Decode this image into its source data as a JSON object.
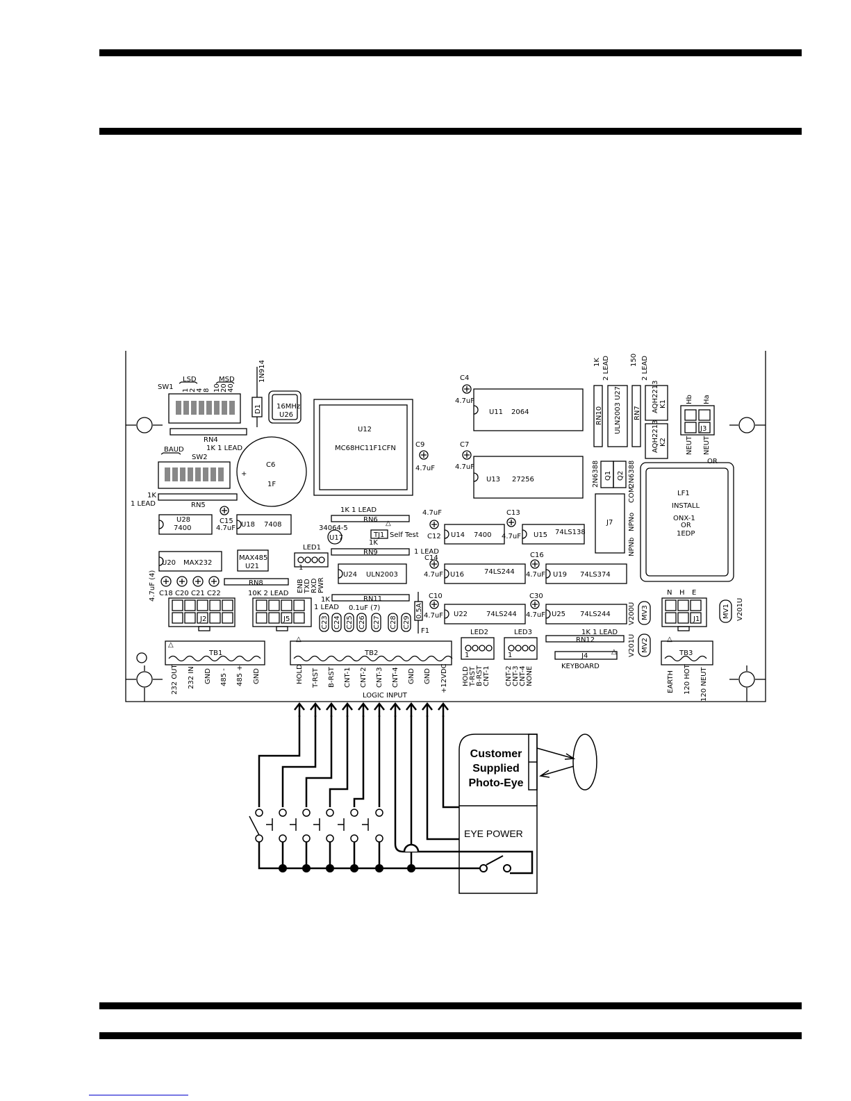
{
  "pcb": {
    "sw1": "SW1",
    "lsd": "LSD",
    "msd": "MSD",
    "sw1_values": [
      "1",
      "2",
      "4",
      "8",
      "10",
      "20",
      "40"
    ],
    "d1": "D1",
    "diode": "1N914",
    "crystal": {
      "label": "16MHz",
      "ref": "U26"
    },
    "u12": {
      "ref": "U12",
      "part": "MC68HC11F1CFN"
    },
    "c9": {
      "ref": "C9",
      "val": "4.7uF"
    },
    "c4": {
      "ref": "C4",
      "val": "4.7uF"
    },
    "c7": {
      "ref": "C7",
      "val": "4.7uF"
    },
    "u11": {
      "ref": "U11",
      "part": "2064"
    },
    "u13": {
      "ref": "U13",
      "part": "27256"
    },
    "rn10": "RN10",
    "rn10_note": [
      "1K",
      "2 LEAD"
    ],
    "u27": {
      "ref": "U27",
      "part": "ULN2003"
    },
    "rn7": "RN7",
    "rn7_note": [
      "150",
      "2 LEAD"
    ],
    "k1": {
      "ref": "K1",
      "part": "AQH2213"
    },
    "k2": {
      "ref": "K2",
      "part": "AQH2213"
    },
    "j3": {
      "ref": "J3",
      "hb": "Hb",
      "ha": "Ha",
      "neut1": "NEUT",
      "neut2": "NEUT",
      "or": "OR"
    },
    "rn4": "RN4",
    "rn4_note": "1K 1 LEAD",
    "baud": "BAUD",
    "sw2": "SW2",
    "c6": {
      "ref": "C6",
      "val": "1F",
      "plus": "+"
    },
    "rn5": "RN5",
    "rn5_note": [
      "1K",
      "1 LEAD"
    ],
    "q1": {
      "ref": "Q1",
      "part": "2N6388"
    },
    "q2": {
      "ref": "Q2",
      "part": "2N6388"
    },
    "lf1": [
      "LF1",
      "INSTALL",
      "ONX-1",
      "OR",
      "1EDP"
    ],
    "u28": {
      "ref": "U28",
      "part": "7400"
    },
    "c15": {
      "ref": "C15",
      "val": "4.7uF"
    },
    "u18": {
      "ref": "U18",
      "part": "7408"
    },
    "rn6": "RN6",
    "rn6_note": "1K  1 LEAD",
    "u17": {
      "ref": "U17",
      "part": "34064-5"
    },
    "tj1": "TJ1",
    "self_test": "Self Test",
    "tj1_1k": "1K",
    "c12": {
      "ref": "C12",
      "val": "4.7uF"
    },
    "u14": {
      "ref": "U14",
      "part": "7400"
    },
    "c13": {
      "ref": "C13",
      "val": "4.7uF"
    },
    "u15": {
      "ref": "U15",
      "part": "74LS138"
    },
    "j7": {
      "ref": "J7",
      "com": "COM",
      "npno": "NPNo",
      "npnb": "NPNb"
    },
    "u20": {
      "ref": "U20",
      "part": "MAX232"
    },
    "u21": {
      "ref": "U21",
      "part": "MAX485"
    },
    "led1": {
      "ref": "LED1",
      "pin": "1",
      "labels": [
        "ENB",
        "TXD",
        "RXD",
        "PWR"
      ]
    },
    "rn9": "RN9",
    "rn9_note": "1 LEAD",
    "u24": {
      "ref": "U24",
      "part": "ULN2003"
    },
    "c14": {
      "ref": "C14",
      "val": "4.7uF"
    },
    "u16": {
      "ref": "U16",
      "part": "74LS244"
    },
    "c16": {
      "ref": "C16",
      "val": "4.7uF"
    },
    "u19": {
      "ref": "U19",
      "part": "74LS374"
    },
    "rn8": "RN8",
    "cap_group": {
      "val": "4.7uF (4)",
      "refs": [
        "C18",
        "C20",
        "C21",
        "C22"
      ]
    },
    "j2": "J2",
    "j5": "J5",
    "j5_note": "10K  2 LEAD",
    "rn11": "RN11",
    "rn11_note": [
      "1K",
      "1 LEAD"
    ],
    "small_caps": {
      "val": "0.1uF (7)",
      "refs": [
        "C23",
        "C24",
        "C25",
        "C26",
        "C27",
        "C28",
        "C29"
      ]
    },
    "fuse": {
      "ref": "F1",
      "val": "0.5A"
    },
    "c10": {
      "ref": "C10",
      "val": "4.7uF"
    },
    "u22": {
      "ref": "U22",
      "part": "74LS244"
    },
    "c30": {
      "ref": "C30",
      "val": "4.7uF"
    },
    "u25": {
      "ref": "U25",
      "part": "74LS244"
    },
    "mv3": "MV3",
    "v200": "V200U",
    "j1": {
      "ref": "J1",
      "n": "N",
      "h": "H",
      "e": "E"
    },
    "mv1": "MV1",
    "v201_top": "V201U",
    "mv2": "MV2",
    "v201": "V201U",
    "rn12": "RN12",
    "rn12_note": "1K  1 LEAD",
    "j4": "J4",
    "keyboard": "KEYBOARD",
    "led2": {
      "ref": "LED2",
      "pin": "1",
      "labels": [
        "HOLD",
        "T-RST",
        "B-RST",
        "CNT-1"
      ]
    },
    "led3": {
      "ref": "LED3",
      "pin": "1",
      "labels": [
        "CNT-2",
        "CNT-3",
        "CNT-4",
        "NONE"
      ]
    },
    "tb1": {
      "ref": "TB1",
      "labels": [
        "232 OUT",
        "232 IN",
        "GND",
        "485 -",
        "485 +",
        "GND"
      ]
    },
    "tb2": {
      "ref": "TB2",
      "labels": [
        "HOLD",
        "T-RST",
        "B-RST",
        "CNT-1",
        "CNT-2",
        "CNT-3",
        "CNT-4",
        "GND",
        "GND",
        "+12VDC"
      ],
      "caption": "LOGIC INPUT"
    },
    "tb3": {
      "ref": "TB3",
      "labels": [
        "EARTH",
        "120 HOT",
        "120 NEUT"
      ]
    }
  },
  "photo_eye": {
    "title": [
      "Customer",
      "Supplied",
      "Photo-Eye"
    ],
    "power": "EYE POWER"
  }
}
